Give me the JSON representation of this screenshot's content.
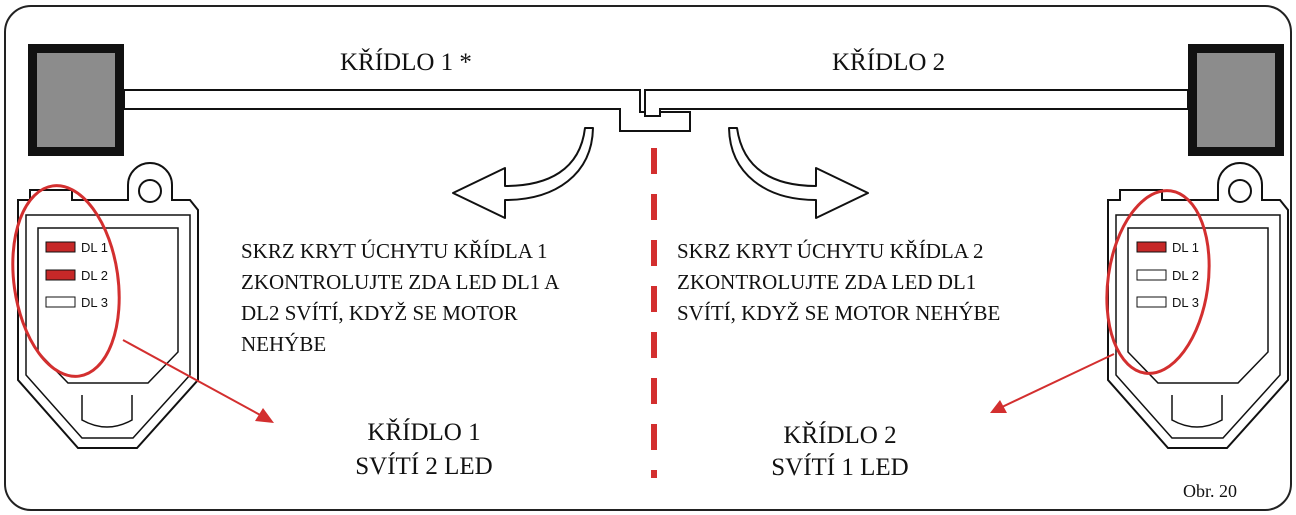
{
  "wings": {
    "wing1_title": "KŘÍDLO 1 *",
    "wing2_title": "KŘÍDLO 2"
  },
  "instructions": {
    "left": [
      "SKRZ KRYT ÚCHYTU KŘÍDLA 1",
      "ZKONTROLUJTE ZDA LED DL1 A",
      "DL2 SVÍTÍ, KDYŽ SE MOTOR",
      "NEHÝBE"
    ],
    "right": [
      "SKRZ KRYT ÚCHYTU KŘÍDLA 2",
      "ZKONTROLUJTE ZDA LED DL1",
      "SVÍTÍ, KDYŽ SE MOTOR NEHÝBE"
    ]
  },
  "results": {
    "left_line1": "KŘÍDLO 1",
    "left_line2": "SVÍTÍ 2 LED",
    "right_line1": "KŘÍDLO 2",
    "right_line2": "SVÍTÍ 1 LED"
  },
  "devices": {
    "left": {
      "leds": [
        {
          "label": "DL 1",
          "lit": true
        },
        {
          "label": "DL 2",
          "lit": true
        },
        {
          "label": "DL 3",
          "lit": false
        }
      ]
    },
    "right": {
      "leds": [
        {
          "label": "DL 1",
          "lit": true
        },
        {
          "label": "DL 2",
          "lit": false
        },
        {
          "label": "DL 3",
          "lit": false
        }
      ]
    }
  },
  "figure_label": "Obr. 20",
  "colors": {
    "led_on": "#c62828",
    "highlight": "#d32f2f",
    "pillar": "#8c8c8c",
    "divider": "#d32f2f"
  }
}
